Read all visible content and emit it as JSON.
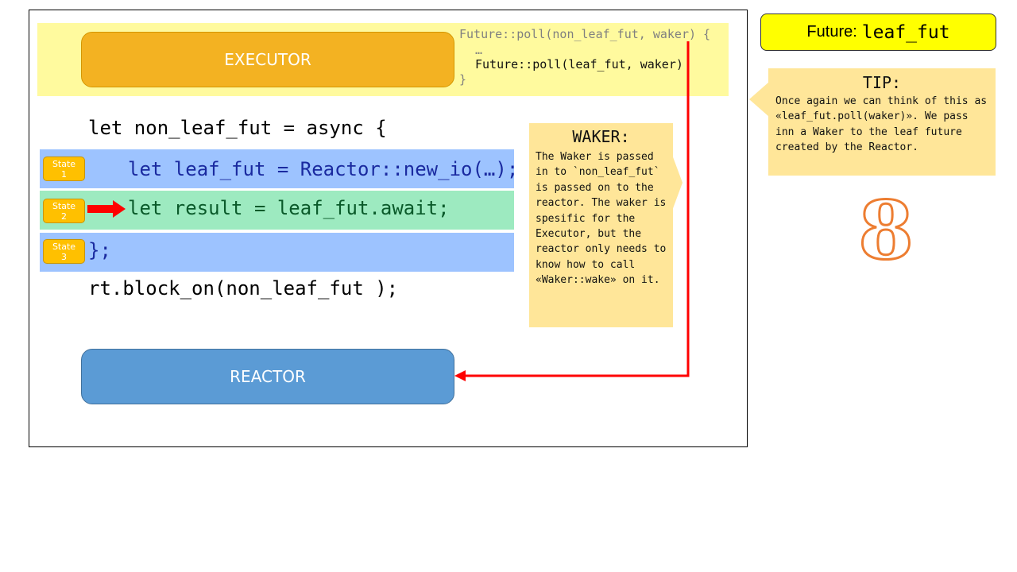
{
  "executor": {
    "label": "EXECUTOR"
  },
  "reactor": {
    "label": "REACTOR"
  },
  "poll_code": {
    "line1": "Future::poll(non_leaf_fut, waker) {",
    "line2": "…",
    "line3": "Future::poll(leaf_fut, waker)",
    "line4": "}"
  },
  "code": {
    "line1": "let non_leaf_fut = async {",
    "line2": "let leaf_fut = Reactor::new_io(…);",
    "line3": "let result = leaf_fut.await;",
    "line4": "};",
    "line5": "rt.block_on(non_leaf_fut );"
  },
  "states": [
    {
      "label": "State",
      "number": "1"
    },
    {
      "label": "State",
      "number": "2"
    },
    {
      "label": "State",
      "number": "3"
    }
  ],
  "waker_note": {
    "title": "WAKER:",
    "body": "The Waker is passed in to `non_leaf_fut` is passed on to the reactor. The waker is spesific for the Executor, but the reactor only needs to know how to call «Waker::wake» on it."
  },
  "future_title": {
    "label": "Future:",
    "name": "leaf_fut"
  },
  "tip": {
    "title": "TIP:",
    "body": "Once again we can think of this as «leaf_fut.poll(waker)». We pass inn a Waker to the leaf future created by the Reactor."
  },
  "slide_number": "8",
  "colors": {
    "executor": "#f3b222",
    "reactor": "#5b9bd5",
    "highlight_band": "#fffa9e",
    "state_row_blue": "#9dc3ff",
    "state_row_green": "#9deac0",
    "state_badge": "#ffc000",
    "note": "#ffe699",
    "arrow": "#ff0000",
    "slide_number": "#ed7d31"
  }
}
